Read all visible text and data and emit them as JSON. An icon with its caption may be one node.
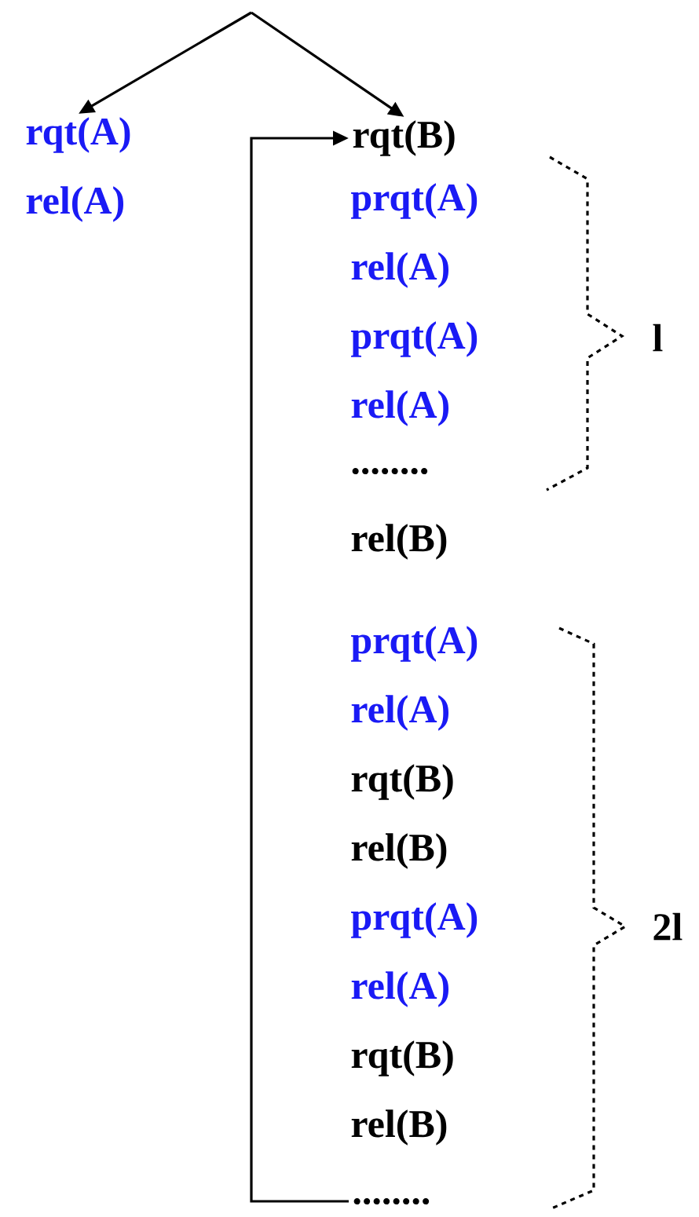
{
  "diagram": {
    "nodes": [
      {
        "text": [
          "rqt(A)",
          "rel(A)"
        ]
      },
      {
        "text": [
          "rqt(B)"
        ]
      },
      {
        "text": [
          "........"
        ]
      }
    ],
    "edges": [
      {
        "from": null,
        "to": 0,
        "arrow": "to"
      },
      {
        "from": null,
        "to": 1,
        "arrow": "to"
      },
      {
        "from": 2,
        "to": 1,
        "arrow": "to"
      }
    ],
    "labels": [
      "prqt(A)",
      "rel(A)",
      "prqt(A)",
      "l",
      "rel(A)",
      "........",
      "rel(B)",
      "prqt(A)",
      "rel(A)",
      "rqt(B)",
      "rel(B)",
      "prqt(A)",
      "2l",
      "rel(A)",
      "rqt(B)",
      "rel(B)"
    ]
  }
}
